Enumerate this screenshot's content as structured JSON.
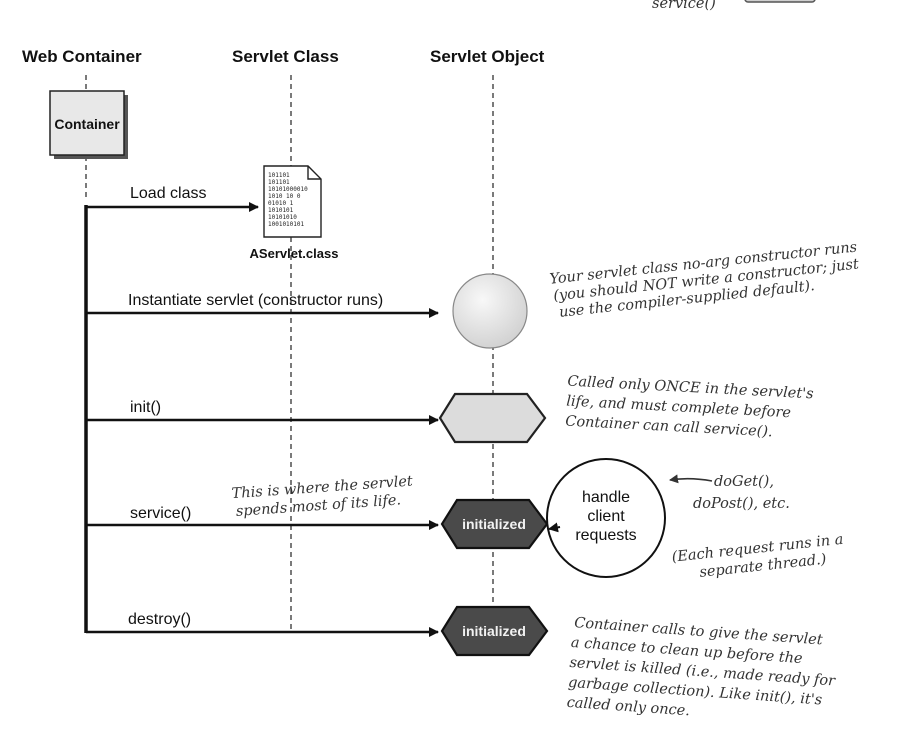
{
  "top_fragment": "service()",
  "lanes": {
    "web_container": "Web Container",
    "servlet_class": "Servlet Class",
    "servlet_object": "Servlet Object"
  },
  "container_box": "Container",
  "class_file": {
    "bits": [
      "101101",
      "101101",
      "10101000010",
      "1010 10 0",
      "01010 1",
      "1010101",
      "10101010",
      "1001010101"
    ],
    "name": "AServlet.class"
  },
  "steps": {
    "load": "Load class",
    "instantiate": "Instantiate servlet (constructor runs)",
    "init": "init()",
    "service": "service()",
    "destroy": "destroy()"
  },
  "states": {
    "service": "initialized",
    "destroy": "initialized"
  },
  "bubble": [
    "handle",
    "client",
    "requests"
  ],
  "notes": {
    "constructor": [
      "Your servlet class no-arg constructor runs",
      "(you should NOT write a constructor; just",
      "use the compiler-supplied default)."
    ],
    "init": [
      "Called only ONCE in the servlet's",
      "life, and must complete before",
      "Container can call service()."
    ],
    "service_life": [
      "This is where the servlet",
      "spends most of its life."
    ],
    "doget": [
      "doGet(),",
      "doPost(), etc."
    ],
    "thread": [
      "(Each request runs in a",
      "separate thread.)"
    ],
    "destroy": [
      "Container calls to give the servlet",
      "a chance to clean up before the",
      "servlet is killed (i.e., made ready for",
      "garbage collection). Like init(), it's",
      "called only once."
    ]
  },
  "colors": {
    "ink": "#111111",
    "object_fill": "#e6e6e6",
    "initialized_fill": "#4a4a4a"
  }
}
